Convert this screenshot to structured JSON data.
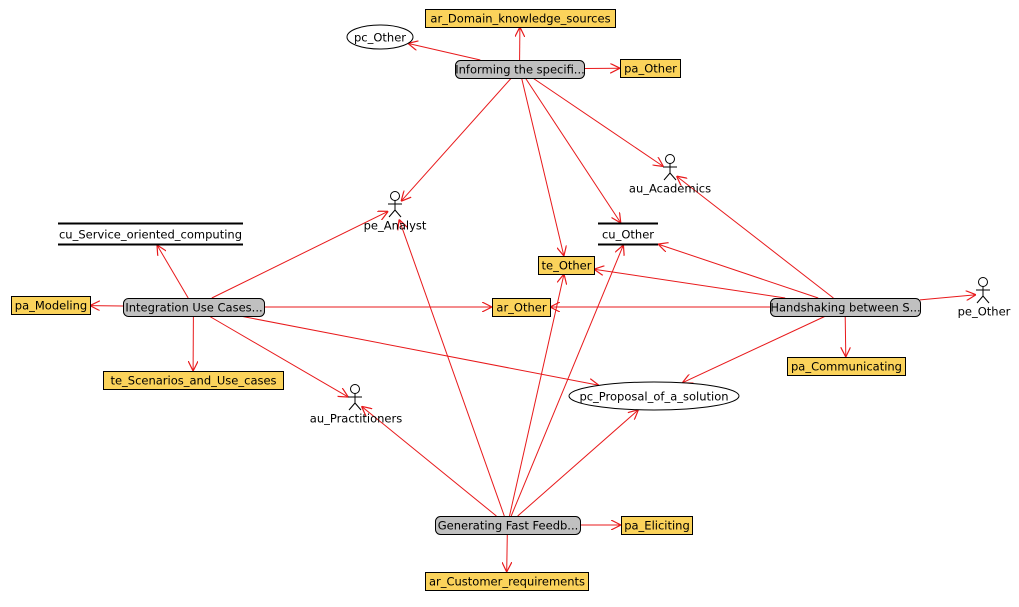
{
  "colors": {
    "edge": "#e8191b",
    "yellow_fill": "#fbd35b",
    "gray_fill": "#c0c0c0",
    "outline": "#000000"
  },
  "nodes": [
    {
      "id": "ar_domain",
      "type": "yellow",
      "label": "ar_Domain_knowledge_sources"
    },
    {
      "id": "pc_other",
      "type": "ellipse",
      "label": "pc_Other"
    },
    {
      "id": "informing",
      "type": "gray",
      "label": "Informing the specifi..."
    },
    {
      "id": "pa_other",
      "type": "yellow",
      "label": "pa_Other"
    },
    {
      "id": "au_academics",
      "type": "actor",
      "label": "au_Academics"
    },
    {
      "id": "pe_analyst",
      "type": "actor",
      "label": "pe_Analyst"
    },
    {
      "id": "cu_soc",
      "type": "bar",
      "label": "cu_Service_oriented_computing"
    },
    {
      "id": "cu_other",
      "type": "bar",
      "label": "cu_Other"
    },
    {
      "id": "te_other",
      "type": "yellow",
      "label": "te_Other"
    },
    {
      "id": "pa_modeling",
      "type": "yellow",
      "label": "pa_Modeling"
    },
    {
      "id": "integration",
      "type": "gray",
      "label": "Integration Use Cases..."
    },
    {
      "id": "ar_other",
      "type": "yellow",
      "label": "ar_Other"
    },
    {
      "id": "handshaking",
      "type": "gray",
      "label": "Handshaking between S..."
    },
    {
      "id": "pe_other",
      "type": "actor",
      "label": "pe_Other"
    },
    {
      "id": "te_scen",
      "type": "yellow",
      "label": "te_Scenarios_and_Use_cases"
    },
    {
      "id": "pa_comm",
      "type": "yellow",
      "label": "pa_Communicating"
    },
    {
      "id": "pc_proposal",
      "type": "ellipse",
      "label": "pc_Proposal_of_a_solution"
    },
    {
      "id": "au_pract",
      "type": "actor",
      "label": "au_Practitioners"
    },
    {
      "id": "generating",
      "type": "gray",
      "label": "Generating Fast Feedb..."
    },
    {
      "id": "pa_elic",
      "type": "yellow",
      "label": "pa_Eliciting"
    },
    {
      "id": "ar_cust",
      "type": "yellow",
      "label": "ar_Customer_requirements"
    }
  ],
  "edges": [
    [
      "informing",
      "ar_domain"
    ],
    [
      "informing",
      "pc_other"
    ],
    [
      "informing",
      "pa_other"
    ],
    [
      "informing",
      "pe_analyst"
    ],
    [
      "informing",
      "te_other"
    ],
    [
      "informing",
      "cu_other"
    ],
    [
      "informing",
      "au_academics"
    ],
    [
      "integration",
      "pa_modeling"
    ],
    [
      "integration",
      "cu_soc"
    ],
    [
      "integration",
      "pe_analyst"
    ],
    [
      "integration",
      "ar_other"
    ],
    [
      "integration",
      "te_scen"
    ],
    [
      "integration",
      "au_pract"
    ],
    [
      "integration",
      "pc_proposal"
    ],
    [
      "handshaking",
      "pe_other"
    ],
    [
      "handshaking",
      "ar_other"
    ],
    [
      "handshaking",
      "te_other"
    ],
    [
      "handshaking",
      "cu_other"
    ],
    [
      "handshaking",
      "au_academics"
    ],
    [
      "handshaking",
      "pa_comm"
    ],
    [
      "handshaking",
      "pc_proposal"
    ],
    [
      "generating",
      "pa_elic"
    ],
    [
      "generating",
      "ar_cust"
    ],
    [
      "generating",
      "au_pract"
    ],
    [
      "generating",
      "pc_proposal"
    ],
    [
      "generating",
      "te_other"
    ],
    [
      "generating",
      "cu_other"
    ],
    [
      "generating",
      "pe_analyst"
    ]
  ]
}
